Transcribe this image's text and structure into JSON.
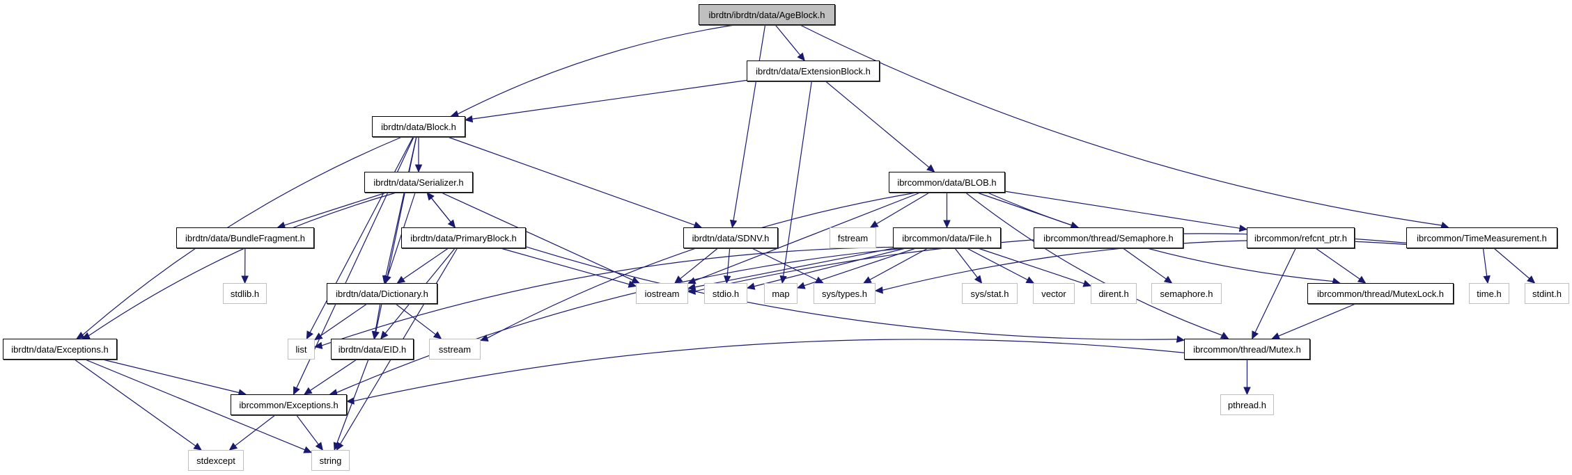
{
  "diagram": {
    "title": "ibrdtn/ibrdtn/data/AgeBlock.h",
    "type": "include-dependency-graph",
    "colors": {
      "edge": "#191970",
      "root_fill": "#bfbfbf",
      "external_border": "#bfbfbf",
      "internal_border": "#000000"
    },
    "nodes": [
      {
        "id": "ageblock",
        "label": "ibrdtn/ibrdtn/data/AgeBlock.h",
        "kind": "root"
      },
      {
        "id": "extensionblock",
        "label": "ibrdtn/data/ExtensionBlock.h",
        "kind": "internal"
      },
      {
        "id": "block",
        "label": "ibrdtn/data/Block.h",
        "kind": "internal"
      },
      {
        "id": "serializer",
        "label": "ibrdtn/data/Serializer.h",
        "kind": "internal"
      },
      {
        "id": "bundlefragment",
        "label": "ibrdtn/data/BundleFragment.h",
        "kind": "internal"
      },
      {
        "id": "primaryblock",
        "label": "ibrdtn/data/PrimaryBlock.h",
        "kind": "internal"
      },
      {
        "id": "sdnv",
        "label": "ibrdtn/data/SDNV.h",
        "kind": "internal"
      },
      {
        "id": "blob",
        "label": "ibrcommon/data/BLOB.h",
        "kind": "internal"
      },
      {
        "id": "file",
        "label": "ibrcommon/data/File.h",
        "kind": "internal"
      },
      {
        "id": "semaphore_h",
        "label": "ibrcommon/thread/Semaphore.h",
        "kind": "internal"
      },
      {
        "id": "refcnt",
        "label": "ibrcommon/refcnt_ptr.h",
        "kind": "internal"
      },
      {
        "id": "timemeasurement",
        "label": "ibrcommon/TimeMeasurement.h",
        "kind": "internal"
      },
      {
        "id": "dictionary",
        "label": "ibrdtn/data/Dictionary.h",
        "kind": "internal"
      },
      {
        "id": "mutexlock",
        "label": "ibrcommon/thread/MutexLock.h",
        "kind": "internal"
      },
      {
        "id": "exceptions_dtn",
        "label": "ibrdtn/data/Exceptions.h",
        "kind": "internal"
      },
      {
        "id": "eid",
        "label": "ibrdtn/data/EID.h",
        "kind": "internal"
      },
      {
        "id": "mutex",
        "label": "ibrcommon/thread/Mutex.h",
        "kind": "internal"
      },
      {
        "id": "exceptions_common",
        "label": "ibrcommon/Exceptions.h",
        "kind": "internal"
      },
      {
        "id": "stdlib",
        "label": "stdlib.h",
        "kind": "external"
      },
      {
        "id": "fstream",
        "label": "fstream",
        "kind": "external"
      },
      {
        "id": "iostream",
        "label": "iostream",
        "kind": "external"
      },
      {
        "id": "stdio",
        "label": "stdio.h",
        "kind": "external"
      },
      {
        "id": "map",
        "label": "map",
        "kind": "external"
      },
      {
        "id": "systypes",
        "label": "sys/types.h",
        "kind": "external"
      },
      {
        "id": "sysstat",
        "label": "sys/stat.h",
        "kind": "external"
      },
      {
        "id": "vector",
        "label": "vector",
        "kind": "external"
      },
      {
        "id": "dirent",
        "label": "dirent.h",
        "kind": "external"
      },
      {
        "id": "semaphore",
        "label": "semaphore.h",
        "kind": "external"
      },
      {
        "id": "time",
        "label": "time.h",
        "kind": "external"
      },
      {
        "id": "stdint",
        "label": "stdint.h",
        "kind": "external"
      },
      {
        "id": "list",
        "label": "list",
        "kind": "external"
      },
      {
        "id": "sstream",
        "label": "sstream",
        "kind": "external"
      },
      {
        "id": "pthread",
        "label": "pthread.h",
        "kind": "external"
      },
      {
        "id": "stdexcept",
        "label": "stdexcept",
        "kind": "external"
      },
      {
        "id": "string",
        "label": "string",
        "kind": "external"
      }
    ],
    "edges": [
      [
        "ageblock",
        "block"
      ],
      [
        "ageblock",
        "extensionblock"
      ],
      [
        "ageblock",
        "sdnv"
      ],
      [
        "ageblock",
        "timemeasurement"
      ],
      [
        "extensionblock",
        "block"
      ],
      [
        "extensionblock",
        "map"
      ],
      [
        "extensionblock",
        "blob"
      ],
      [
        "block",
        "serializer"
      ],
      [
        "block",
        "sdnv"
      ],
      [
        "block",
        "exceptions_dtn"
      ],
      [
        "block",
        "list"
      ],
      [
        "block",
        "dictionary"
      ],
      [
        "block",
        "eid"
      ],
      [
        "block",
        "exceptions_common"
      ],
      [
        "serializer",
        "bundlefragment"
      ],
      [
        "serializer",
        "primaryblock"
      ],
      [
        "serializer",
        "dictionary"
      ],
      [
        "serializer",
        "iostream"
      ],
      [
        "serializer",
        "exceptions_dtn"
      ],
      [
        "primaryblock",
        "serializer"
      ],
      [
        "primaryblock",
        "dictionary"
      ],
      [
        "primaryblock",
        "eid"
      ],
      [
        "primaryblock",
        "iostream"
      ],
      [
        "primaryblock",
        "string"
      ],
      [
        "primaryblock",
        "mutex"
      ],
      [
        "bundlefragment",
        "stdlib"
      ],
      [
        "sdnv",
        "iostream"
      ],
      [
        "sdnv",
        "stdio"
      ],
      [
        "sdnv",
        "systypes"
      ],
      [
        "blob",
        "fstream"
      ],
      [
        "blob",
        "file"
      ],
      [
        "blob",
        "semaphore_h"
      ],
      [
        "blob",
        "refcnt"
      ],
      [
        "blob",
        "mutexlock"
      ],
      [
        "blob",
        "mutex"
      ],
      [
        "blob",
        "iostream"
      ],
      [
        "blob",
        "sstream"
      ],
      [
        "file",
        "iostream"
      ],
      [
        "file",
        "stdio"
      ],
      [
        "file",
        "map"
      ],
      [
        "file",
        "systypes"
      ],
      [
        "file",
        "sysstat"
      ],
      [
        "file",
        "vector"
      ],
      [
        "file",
        "dirent"
      ],
      [
        "file",
        "list"
      ],
      [
        "file",
        "exceptions_common"
      ],
      [
        "semaphore_h",
        "semaphore"
      ],
      [
        "refcnt",
        "mutexlock"
      ],
      [
        "refcnt",
        "mutex"
      ],
      [
        "timemeasurement",
        "time"
      ],
      [
        "timemeasurement",
        "stdint"
      ],
      [
        "timemeasurement",
        "iostream"
      ],
      [
        "timemeasurement",
        "systypes"
      ],
      [
        "mutexlock",
        "mutex"
      ],
      [
        "mutex",
        "pthread"
      ],
      [
        "mutex",
        "exceptions_common"
      ],
      [
        "dictionary",
        "list"
      ],
      [
        "dictionary",
        "eid"
      ],
      [
        "dictionary",
        "sstream"
      ],
      [
        "eid",
        "exceptions_common"
      ],
      [
        "eid",
        "string"
      ],
      [
        "exceptions_dtn",
        "exceptions_common"
      ],
      [
        "exceptions_dtn",
        "stdexcept"
      ],
      [
        "exceptions_dtn",
        "string"
      ],
      [
        "exceptions_common",
        "stdexcept"
      ],
      [
        "exceptions_common",
        "string"
      ]
    ]
  }
}
